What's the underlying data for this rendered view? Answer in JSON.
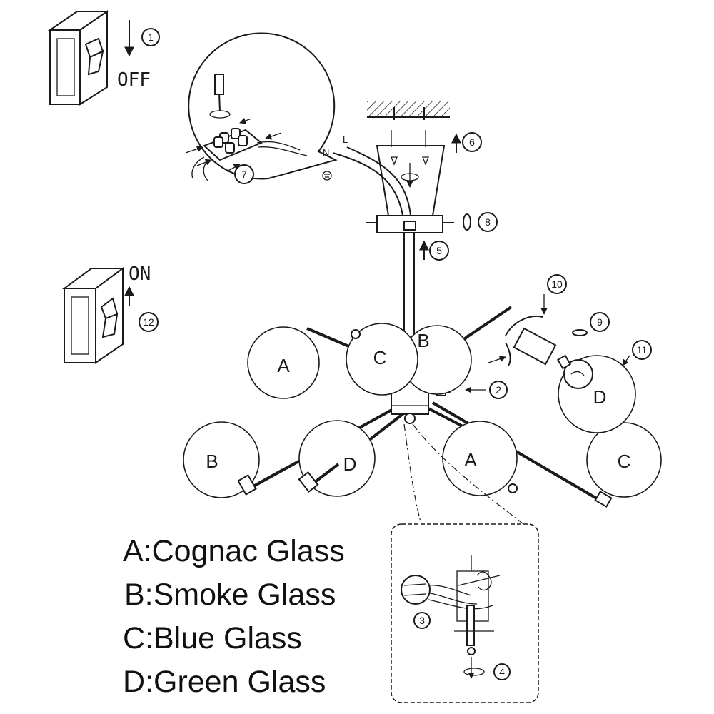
{
  "switch_off": {
    "label": "OFF",
    "step": "1"
  },
  "switch_on": {
    "label": "ON",
    "step": "12"
  },
  "wiring": {
    "neutral": "N",
    "live": "L",
    "step": "7"
  },
  "steps": {
    "s2": "2",
    "s3": "3",
    "s4": "4",
    "s5": "5",
    "s6": "6",
    "s8": "8",
    "s9": "9",
    "s10": "10",
    "s11": "11"
  },
  "globes": {
    "upper_a": "A",
    "upper_c": "C",
    "upper_b": "B",
    "upper_d": "D",
    "lower_b": "B",
    "lower_d": "D",
    "lower_a": "A",
    "lower_c": "C"
  },
  "legend": [
    "A:Cognac Glass",
    "B:Smoke Glass",
    "C:Blue Glass",
    "D:Green Glass"
  ]
}
